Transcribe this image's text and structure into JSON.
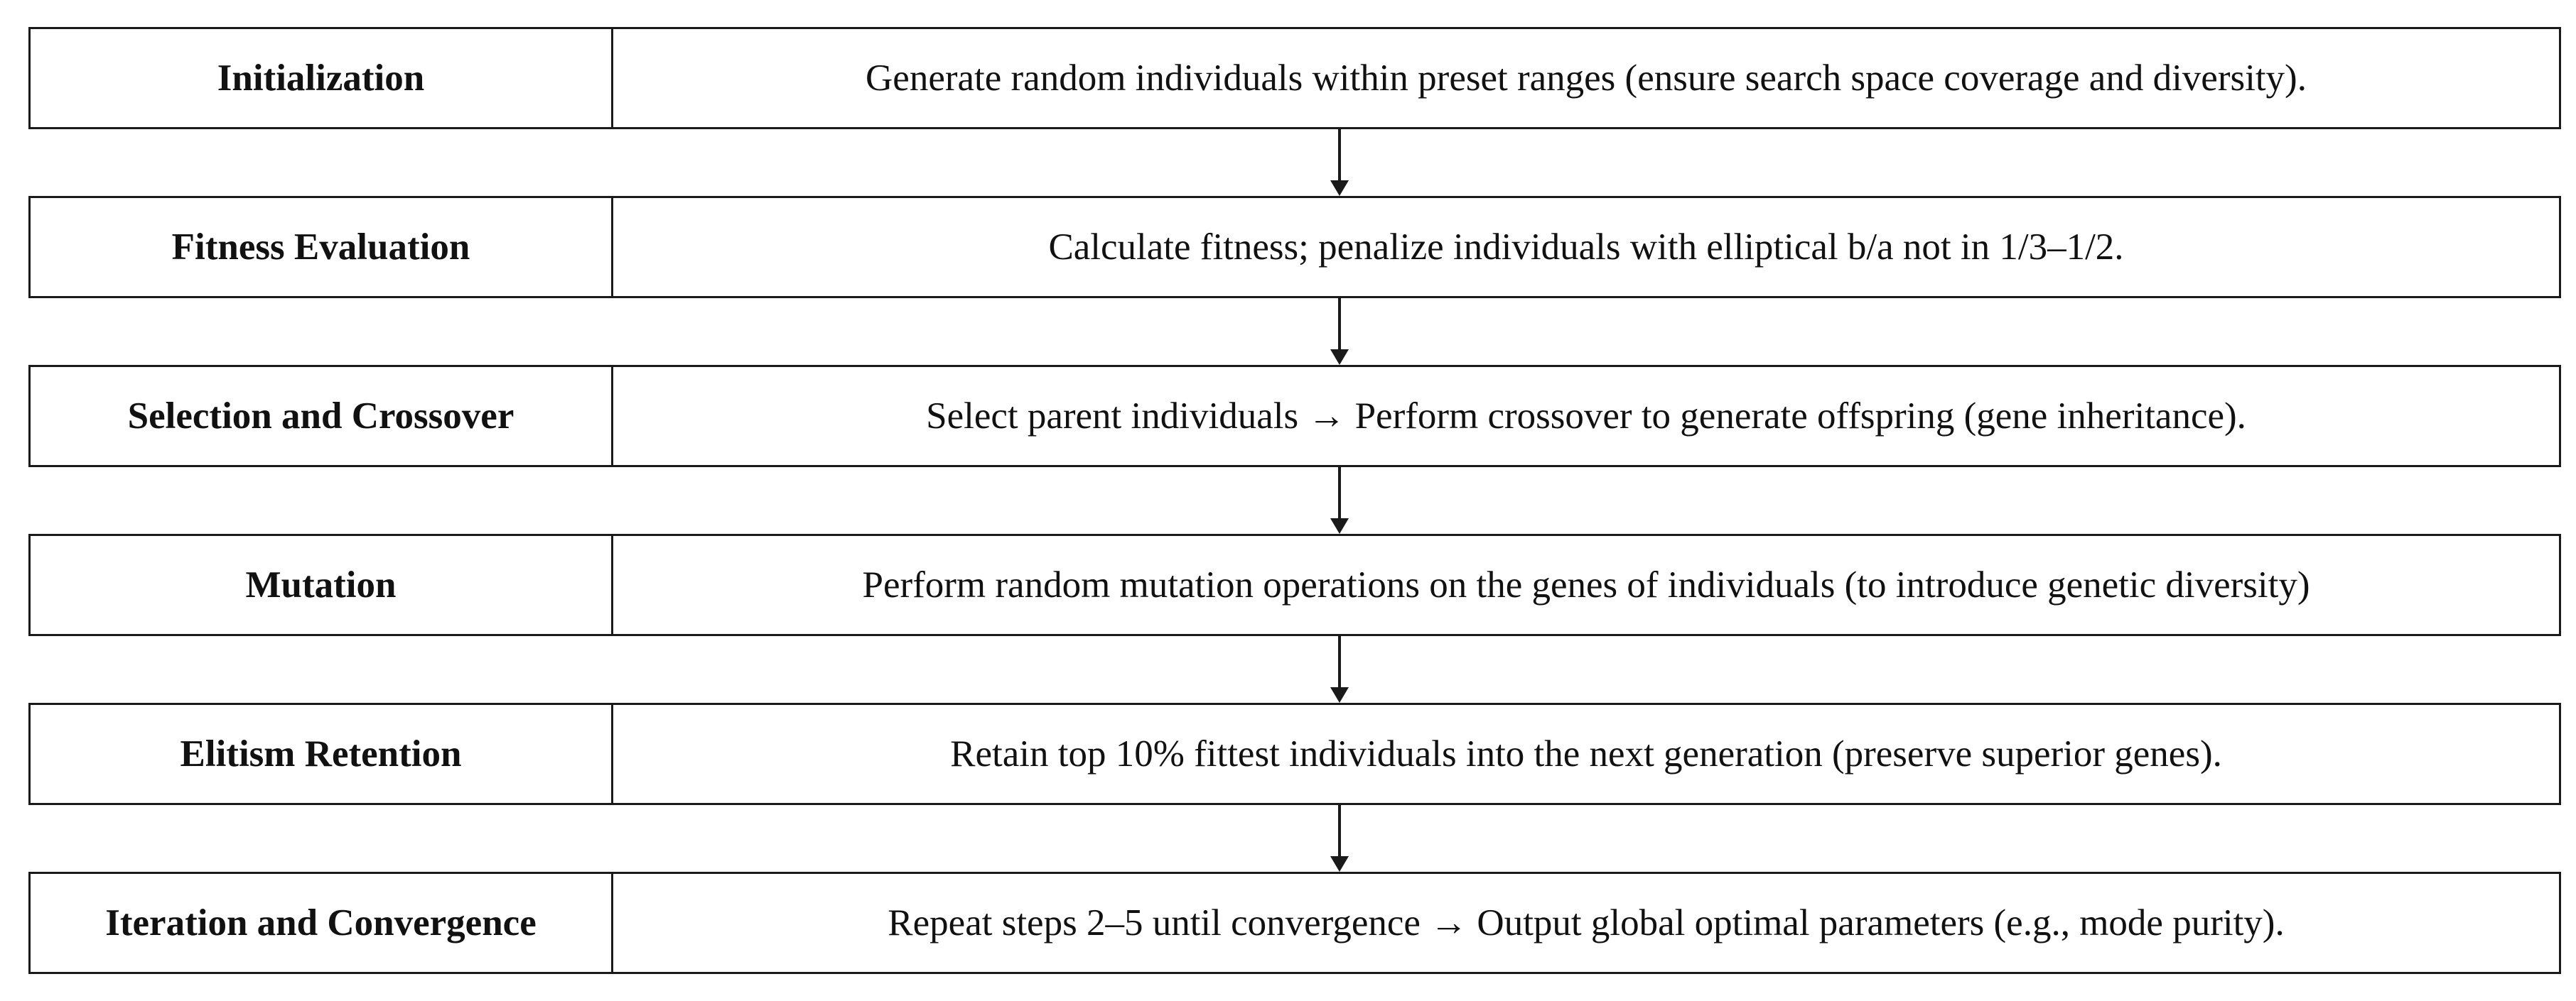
{
  "steps": [
    {
      "title": "Initialization",
      "description": "Generate random individuals within preset ranges (ensure search space coverage and diversity)."
    },
    {
      "title": "Fitness Evaluation",
      "description": "Calculate fitness; penalize individuals with elliptical b/a not in 1/3–1/2."
    },
    {
      "title": "Selection and Crossover",
      "description": "Select parent individuals → Perform crossover to generate offspring (gene inheritance)."
    },
    {
      "title": "Mutation",
      "description": "Perform random mutation operations on the genes of individuals (to introduce genetic diversity)"
    },
    {
      "title": "Elitism Retention",
      "description": "Retain top 10% fittest individuals into the next generation (preserve superior genes)."
    },
    {
      "title": "Iteration and Convergence",
      "description": "Repeat steps 2–5 until convergence → Output global optimal parameters (e.g., mode purity)."
    }
  ]
}
